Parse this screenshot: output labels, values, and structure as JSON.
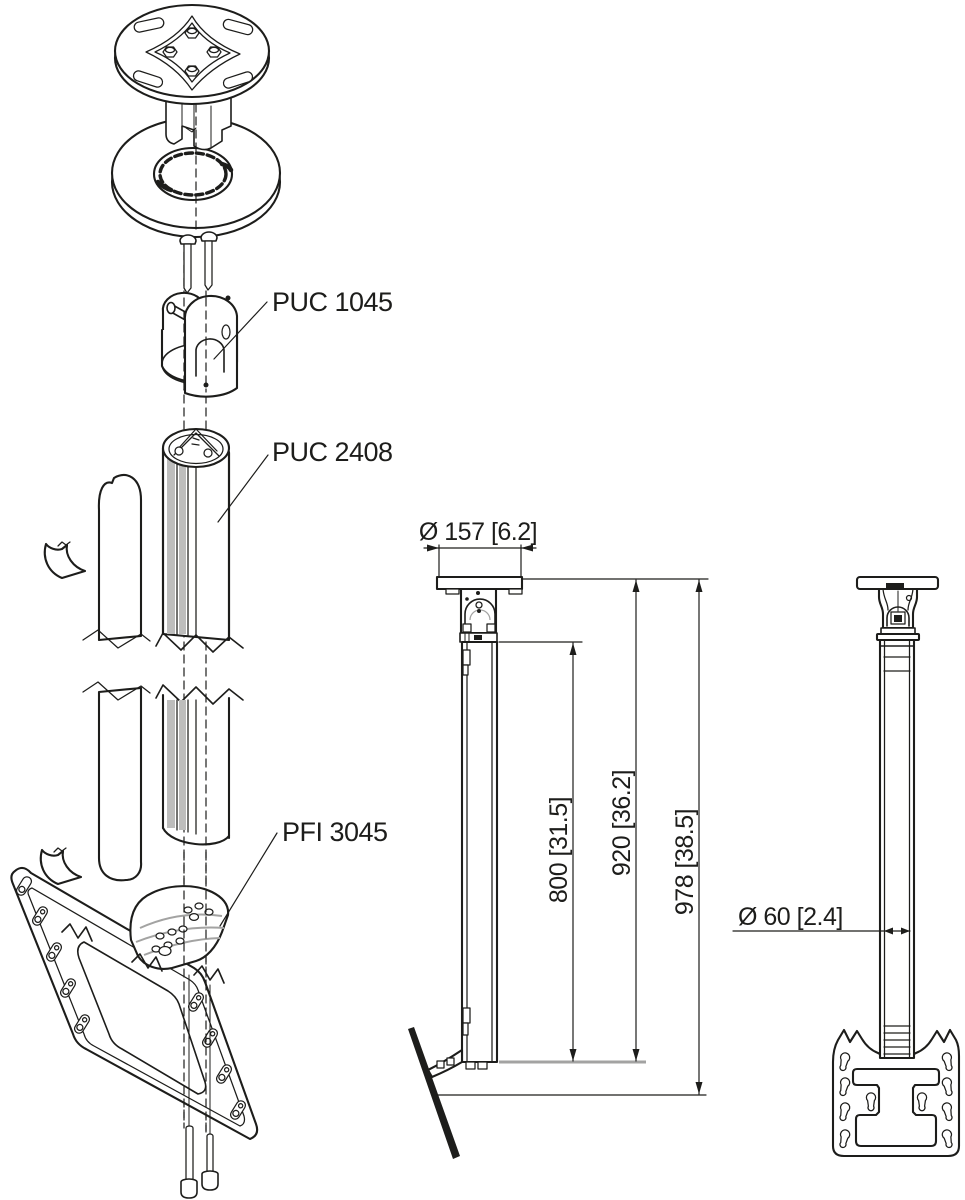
{
  "colors": {
    "ink": "#1d1d1b",
    "gray": "#a3a3a2",
    "background": "#ffffff"
  },
  "exploded_view": {
    "part_labels": [
      {
        "id": "connector",
        "text": "PUC 1045"
      },
      {
        "id": "pole",
        "text": "PUC 2408"
      },
      {
        "id": "bracket",
        "text": "PFI 3045"
      }
    ]
  },
  "side_view": {
    "plate_width_dim": "Ø 157 [6.2]",
    "height_dims": [
      {
        "id": "pole-length",
        "text": "800 [31.5]"
      },
      {
        "id": "plate-to-pole",
        "text": "920 [36.2]"
      },
      {
        "id": "overall",
        "text": "978 [38.5]"
      }
    ]
  },
  "front_view": {
    "tube_diameter_dim": "Ø 60 [2.4]"
  }
}
